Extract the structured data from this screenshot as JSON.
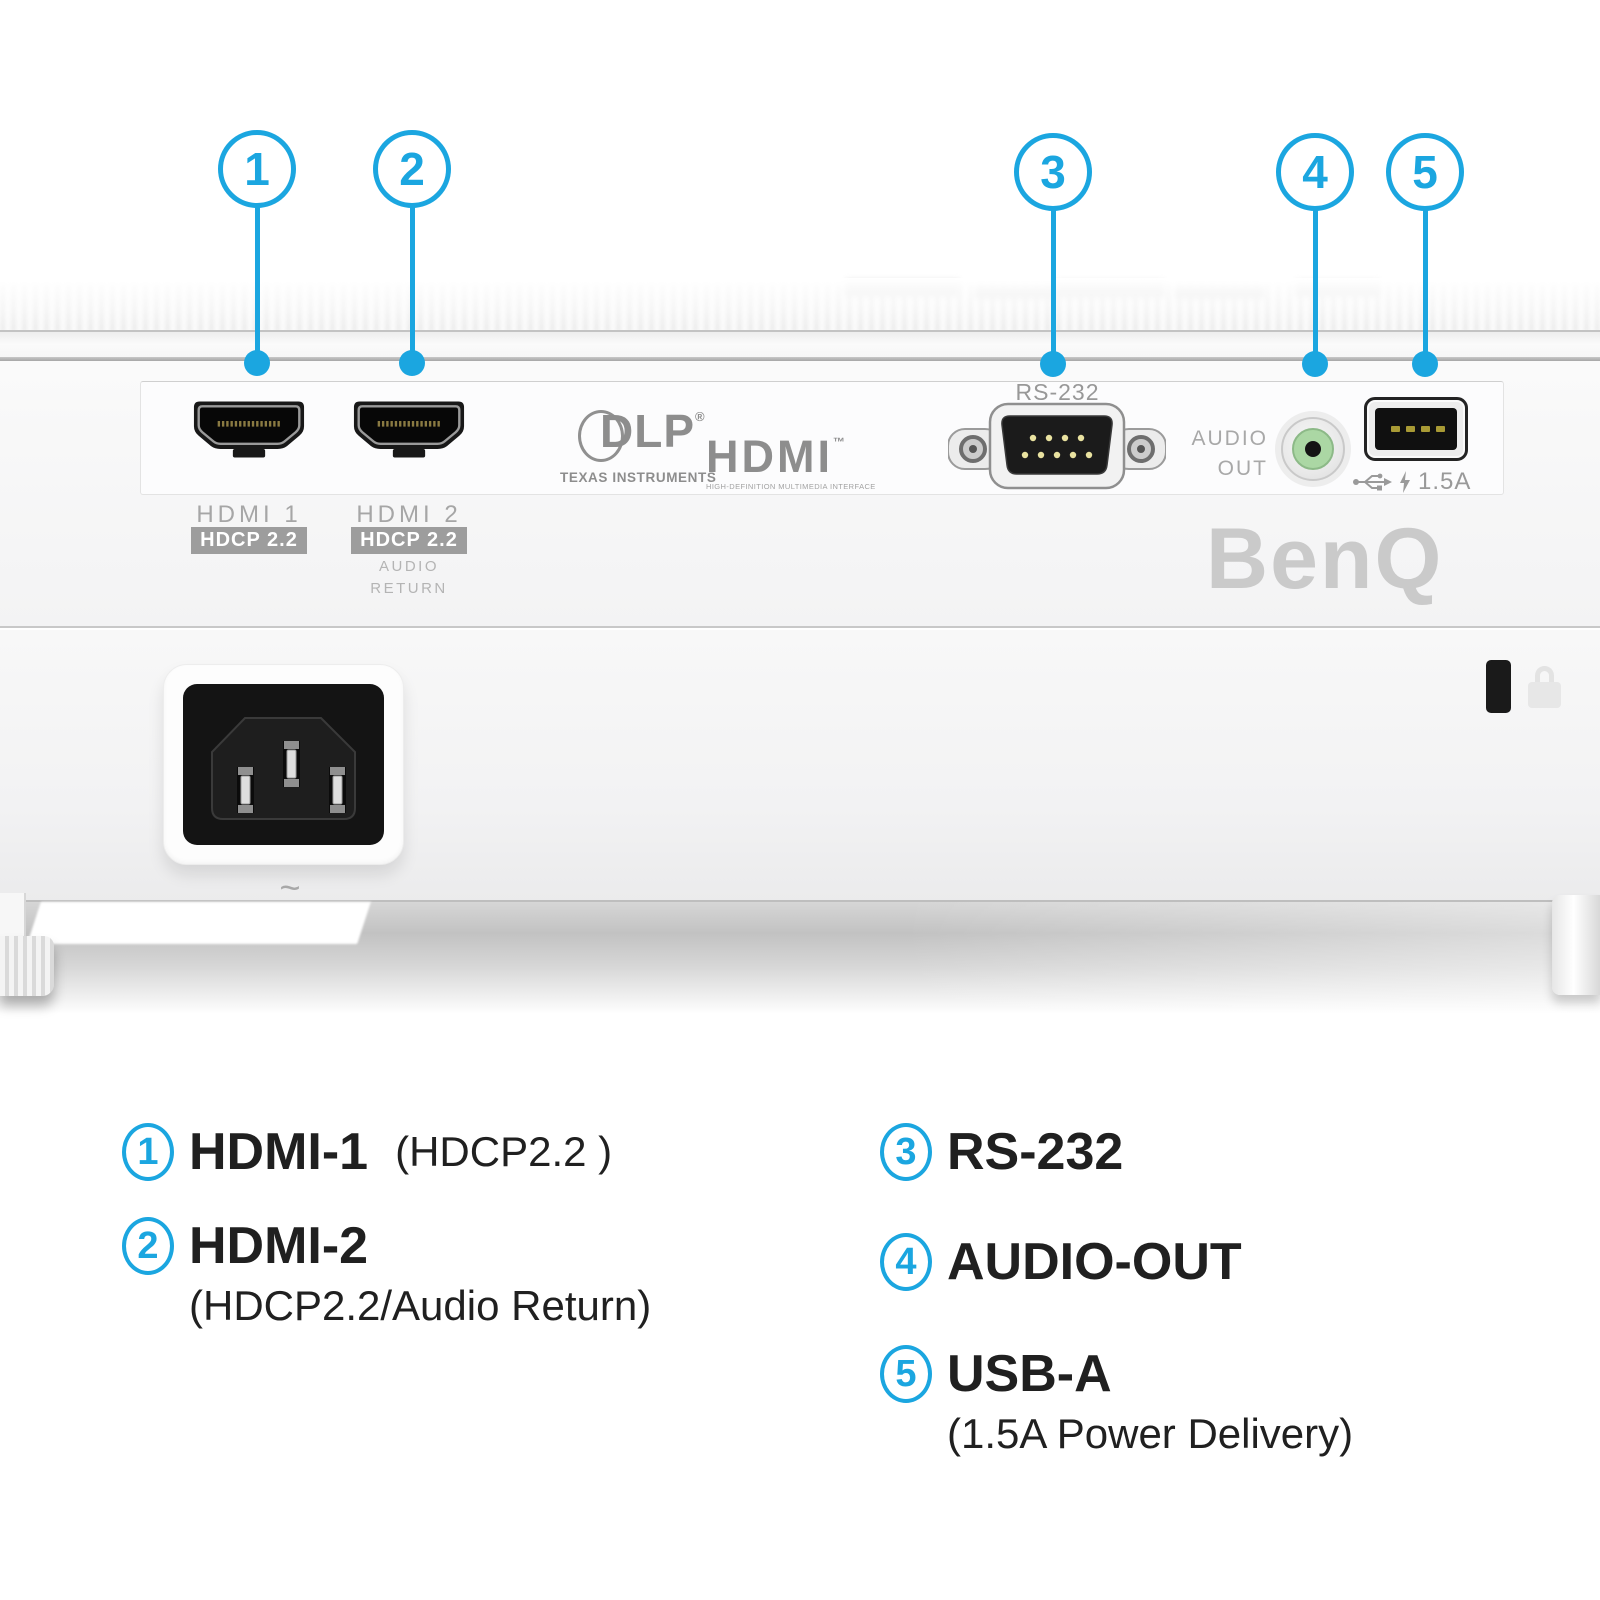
{
  "colors": {
    "accent": "#1ba6e0"
  },
  "callouts": [
    {
      "number": "1"
    },
    {
      "number": "2"
    },
    {
      "number": "3"
    },
    {
      "number": "4"
    },
    {
      "number": "5"
    }
  ],
  "rear_panel": {
    "hdmi1": {
      "label": "HDMI 1",
      "badge": "HDCP 2.2"
    },
    "hdmi2": {
      "label": "HDMI 2",
      "badge": "HDCP 2.2",
      "sub1": "AUDIO",
      "sub2": "RETURN"
    },
    "rs232": {
      "label": "RS-232"
    },
    "audio_out": {
      "line1": "AUDIO",
      "line2": "OUT"
    },
    "usb": {
      "power_label": "1.5A"
    },
    "power_inlet": {
      "symbol": "~"
    }
  },
  "logos": {
    "dlp": {
      "text": "DLP",
      "mark": "®",
      "sub": "TEXAS INSTRUMENTS"
    },
    "hdmi": {
      "text": "HDMI",
      "mark": "™",
      "sub": "HIGH-DEFINITION MULTIMEDIA INTERFACE"
    },
    "benq": {
      "text": "BenQ"
    }
  },
  "legend": {
    "items": [
      {
        "num": "1",
        "title": "HDMI-1",
        "note_inline": "(HDCP2.2 )"
      },
      {
        "num": "2",
        "title": "HDMI-2",
        "note_below": "(HDCP2.2/Audio Return)"
      },
      {
        "num": "3",
        "title": "RS-232"
      },
      {
        "num": "4",
        "title": "AUDIO-OUT"
      },
      {
        "num": "5",
        "title": "USB-A",
        "note_below": "(1.5A Power Delivery)"
      }
    ]
  }
}
